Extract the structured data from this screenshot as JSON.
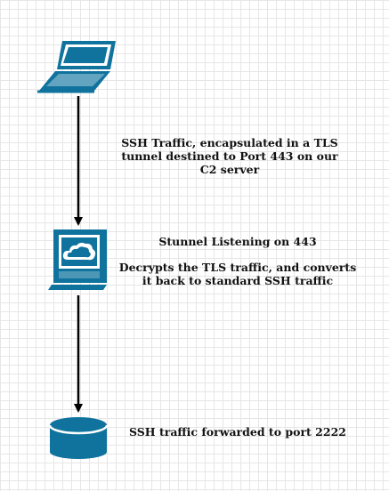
{
  "diagram": {
    "nodes": [
      {
        "id": "laptop",
        "icon": "laptop-icon"
      },
      {
        "id": "stunnel-server",
        "icon": "server-icon"
      },
      {
        "id": "ssh-db",
        "icon": "database-icon"
      }
    ],
    "edges": [
      {
        "from": "laptop",
        "to": "stunnel-server"
      },
      {
        "from": "stunnel-server",
        "to": "ssh-db"
      }
    ],
    "labels": {
      "tunnel_line1": "SSH Traffic, encapsulated in a TLS",
      "tunnel_line2": "tunnel destined to Port 443 on our",
      "tunnel_line3": "C2 server",
      "stunnel_title": "Stunnel Listening on 443",
      "stunnel_desc_line1": "Decrypts the TLS traffic, and converts",
      "stunnel_desc_line2": "it back to standard SSH traffic",
      "forward": "SSH traffic forwarded to port 2222"
    },
    "colors": {
      "icon": "#10739e",
      "arrow": "#000000",
      "grid": "#e6e6e6"
    }
  }
}
